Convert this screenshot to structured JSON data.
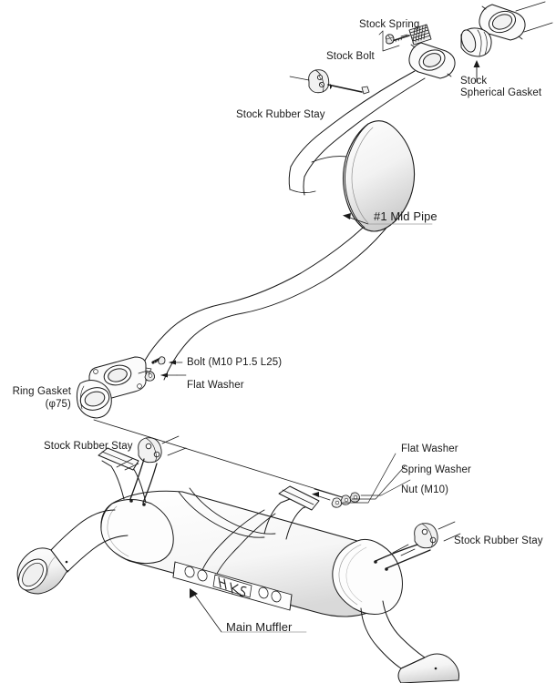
{
  "document": {
    "type": "exhaust-system-exploded-diagram",
    "brand_plate_text": "HKS",
    "background_color": "#ffffff",
    "line_color": "#1a1a1a",
    "shade_color": "#d8d8d8"
  },
  "labels": {
    "stock_spring": "Stock Spring",
    "stock_bolt": "Stock Bolt",
    "stock_spherical_gasket_line1": "Stock",
    "stock_spherical_gasket_line2": "Spherical Gasket",
    "stock_rubber_stay_top": "Stock Rubber Stay",
    "mid_pipe": "#1 Mid Pipe",
    "bolt": "Bolt (M10 P1.5 L25)",
    "flat_washer_upper": "Flat Washer",
    "ring_gasket_line1": "Ring Gasket",
    "ring_gasket_line2": "(φ75)",
    "stock_rubber_stay_left": "Stock Rubber Stay",
    "flat_washer_lower": "Flat Washer",
    "spring_washer": "Spring Washer",
    "nut": "Nut (M10)",
    "stock_rubber_stay_right": "Stock Rubber Stay",
    "main_muffler": "Main Muffler"
  },
  "parts": [
    {
      "id": "stock-spring",
      "name": "Stock Spring"
    },
    {
      "id": "stock-bolt",
      "name": "Stock Bolt"
    },
    {
      "id": "stock-spherical-gasket",
      "name": "Stock Spherical Gasket"
    },
    {
      "id": "stock-rubber-stay",
      "name": "Stock Rubber Stay"
    },
    {
      "id": "mid-pipe",
      "name": "#1 Mid Pipe"
    },
    {
      "id": "bolt-m10-p15-l25",
      "name": "Bolt (M10 P1.5 L25)"
    },
    {
      "id": "flat-washer",
      "name": "Flat Washer"
    },
    {
      "id": "ring-gasket-75",
      "name": "Ring Gasket (φ75)"
    },
    {
      "id": "spring-washer",
      "name": "Spring Washer"
    },
    {
      "id": "nut-m10",
      "name": "Nut (M10)"
    },
    {
      "id": "main-muffler",
      "name": "Main Muffler"
    }
  ]
}
